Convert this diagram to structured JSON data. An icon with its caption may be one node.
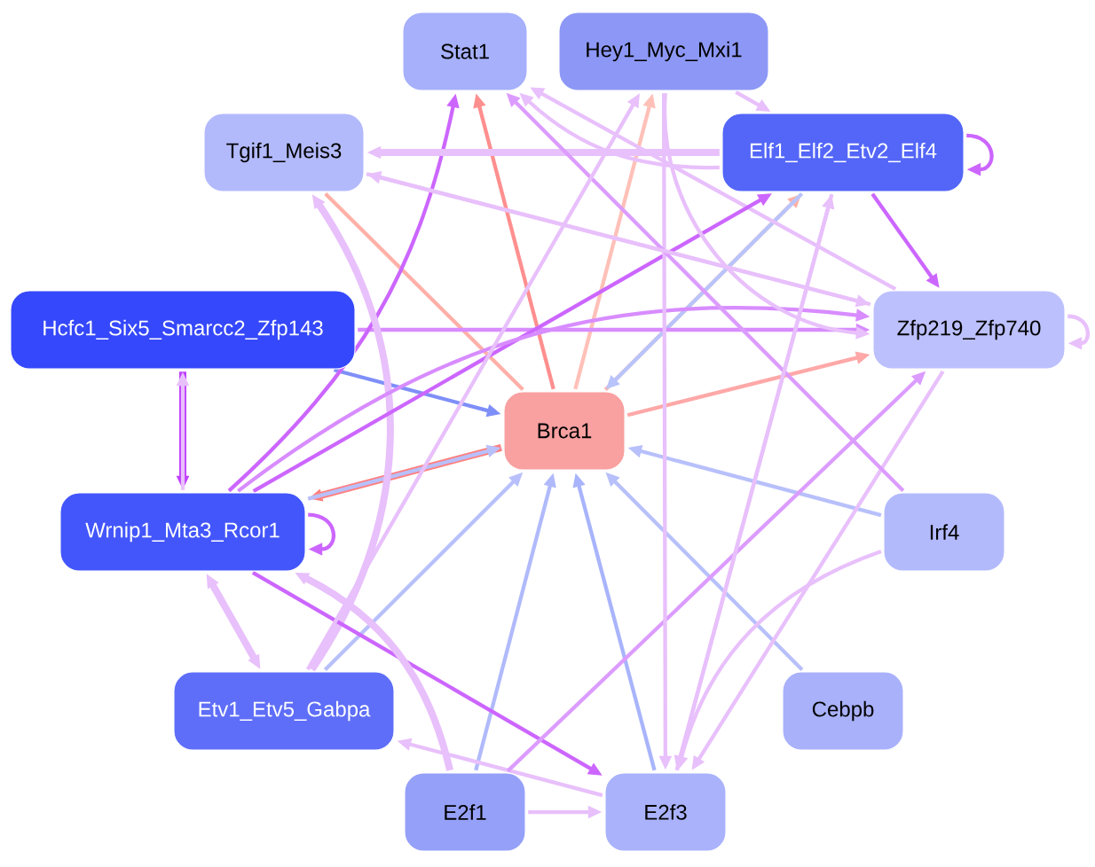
{
  "diagram": {
    "nodes": [
      {
        "text": [
          "Stat1"
        ]
      },
      {
        "text": [
          "Hey1_Myc_Mxi1"
        ]
      },
      {
        "text": [
          "Tgif1_Meis3"
        ]
      },
      {
        "text": [
          "Elf1_Elf2_Etv2_Elf4"
        ]
      },
      {
        "text": [
          "Hcfc1_Six5_Smarcc2_Zfp143"
        ]
      },
      {
        "text": [
          "Zfp219_Zfp740"
        ]
      },
      {
        "text": [
          "Brca1"
        ]
      },
      {
        "text": [
          "Wrnip1_Mta3_Rcor1"
        ]
      },
      {
        "text": [
          "Irf4"
        ]
      },
      {
        "text": [
          "Etv1_Etv5_Gabpa"
        ]
      },
      {
        "text": [
          "Cebpb"
        ]
      },
      {
        "text": [
          "E2f1"
        ]
      },
      {
        "text": [
          "E2f3"
        ]
      }
    ],
    "edges": [
      {
        "from": 6,
        "to": 0,
        "arrow": "to",
        "color": "#ff8f8f"
      },
      {
        "from": 6,
        "to": 2,
        "arrow": "none",
        "color": "#ffb0a8"
      },
      {
        "from": 6,
        "to": 1,
        "arrow": "to",
        "color": "#ffc0b8"
      },
      {
        "from": 6,
        "to": 3,
        "arrow": "to",
        "color": "#ffb0a8"
      },
      {
        "from": 3,
        "to": 6,
        "arrow": "to",
        "color": "#b8c4fb"
      },
      {
        "from": 6,
        "to": 5,
        "arrow": "to",
        "color": "#ffa8a8"
      },
      {
        "from": 6,
        "to": 7,
        "arrow": "to",
        "color": "#ff8080",
        "style": "thick"
      },
      {
        "from": 4,
        "to": 6,
        "arrow": "to",
        "color": "#7f8ff8"
      },
      {
        "from": 7,
        "to": 6,
        "arrow": "to",
        "color": "#b8c0fb"
      },
      {
        "from": 9,
        "to": 6,
        "arrow": "to",
        "color": "#b8c0fb"
      },
      {
        "from": 11,
        "to": 6,
        "arrow": "to",
        "color": "#b0bafb"
      },
      {
        "from": 12,
        "to": 6,
        "arrow": "to",
        "color": "#a8b4fb"
      },
      {
        "from": 10,
        "to": 6,
        "arrow": "to",
        "color": "#b8c0fb"
      },
      {
        "from": 8,
        "to": 6,
        "arrow": "to",
        "color": "#b8c0fb"
      },
      {
        "from": 4,
        "to": 5,
        "arrow": "to",
        "color": "#d88cff"
      },
      {
        "from": 4,
        "to": 7,
        "arrow": "to",
        "color": "#c040ff",
        "style": "thick"
      },
      {
        "from": 7,
        "to": 4,
        "arrow": "to"
      },
      {
        "from": 7,
        "to": 7,
        "arrow": "to",
        "color": "#cc66ff"
      },
      {
        "from": 3,
        "to": 3,
        "arrow": "to",
        "color": "#cc66ff"
      },
      {
        "from": 5,
        "to": 5,
        "arrow": "to"
      },
      {
        "from": 3,
        "to": 5,
        "arrow": "to",
        "color": "#cc66ff"
      },
      {
        "from": 7,
        "to": 0,
        "arrow": "to",
        "color": "#cc66ff"
      },
      {
        "from": 9,
        "to": 2,
        "arrow": "to",
        "style": "thick"
      },
      {
        "from": 1,
        "to": 3,
        "arrow": "to"
      },
      {
        "from": 3,
        "to": 2,
        "arrow": "to",
        "style": "thick"
      },
      {
        "from": 5,
        "to": 2,
        "arrow": "to"
      },
      {
        "from": 3,
        "to": 0,
        "arrow": "to"
      },
      {
        "from": 5,
        "to": 0,
        "arrow": "to"
      },
      {
        "from": 7,
        "to": 3,
        "arrow": "to",
        "color": "#cc66ff"
      },
      {
        "from": 7,
        "to": 5,
        "arrow": "to",
        "color": "#d88cff"
      },
      {
        "from": 7,
        "to": 12,
        "arrow": "to",
        "color": "#cc66ff"
      },
      {
        "from": 7,
        "to": 9,
        "arrow": "both",
        "style": "thick"
      },
      {
        "from": 11,
        "to": 7,
        "arrow": "to",
        "style": "thick"
      },
      {
        "from": 12,
        "to": 9,
        "arrow": "to"
      },
      {
        "from": 11,
        "to": 12,
        "arrow": "to"
      },
      {
        "from": 11,
        "to": 5,
        "arrow": "to",
        "color": "#dc9cff"
      },
      {
        "from": 1,
        "to": 12,
        "arrow": "to"
      },
      {
        "from": 3,
        "to": 12,
        "arrow": "to"
      },
      {
        "from": 5,
        "to": 12,
        "arrow": "to"
      },
      {
        "from": 8,
        "to": 12,
        "arrow": "to"
      },
      {
        "from": 8,
        "to": 0,
        "arrow": "to",
        "color": "#dc9cff"
      },
      {
        "from": 2,
        "to": 5,
        "arrow": "to"
      },
      {
        "from": 1,
        "to": 5,
        "arrow": "to"
      },
      {
        "from": 12,
        "to": 3,
        "arrow": "to"
      },
      {
        "from": 9,
        "to": 1,
        "arrow": "to"
      }
    ]
  }
}
